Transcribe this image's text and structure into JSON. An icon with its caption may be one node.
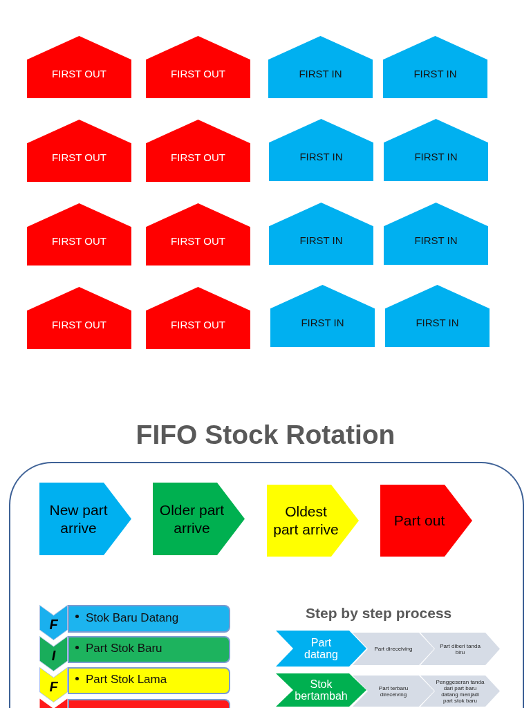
{
  "diagram": {
    "title": "FIFO Stock Rotation",
    "nodes": [
      {
        "text": [
          "FIRST OUT"
        ]
      },
      {
        "text": [
          "FIRST OUT"
        ]
      },
      {
        "text": [
          "FIRST IN"
        ]
      },
      {
        "text": [
          "FIRST IN"
        ]
      },
      {
        "text": [
          "FIRST OUT"
        ]
      },
      {
        "text": [
          "FIRST OUT"
        ]
      },
      {
        "text": [
          "FIRST IN"
        ]
      },
      {
        "text": [
          "FIRST IN"
        ]
      },
      {
        "text": [
          "FIRST OUT"
        ]
      },
      {
        "text": [
          "FIRST OUT"
        ]
      },
      {
        "text": [
          "FIRST IN"
        ]
      },
      {
        "text": [
          "FIRST IN"
        ]
      },
      {
        "text": [
          "FIRST OUT"
        ]
      },
      {
        "text": [
          "FIRST OUT"
        ]
      },
      {
        "text": [
          "FIRST IN"
        ]
      },
      {
        "text": [
          "FIRST IN"
        ]
      },
      {
        "text": [],
        "shape": "box"
      },
      {
        "text": [
          "New part arrive"
        ],
        "in": 16
      },
      {
        "text": [
          "Older part arrive"
        ],
        "in": 16
      },
      {
        "text": [
          "Oldest part arrive"
        ],
        "in": 16
      },
      {
        "text": [
          "Part out"
        ],
        "in": 16
      },
      {
        "text": [
          "F"
        ],
        "in": 16
      },
      {
        "text": [
          "Stok Baru Datang"
        ],
        "in": 16
      },
      {
        "text": [
          "I"
        ],
        "in": 16
      },
      {
        "text": [
          "Part Stok Baru"
        ],
        "in": 16
      },
      {
        "text": [
          "F"
        ],
        "in": 16
      },
      {
        "text": [
          "Part Stok Lama"
        ],
        "in": 16
      },
      {
        "text": [],
        "shape": "chevron",
        "in": 16
      },
      {
        "text": [],
        "shape": "bar",
        "in": 16
      },
      {
        "text": [
          "Part datang"
        ],
        "in": 16
      },
      {
        "text": [
          "Part direceiving"
        ],
        "in": 16
      },
      {
        "text": [
          "Part diberi tanda biru"
        ],
        "in": 16
      },
      {
        "text": [
          "Stok bertambah"
        ],
        "in": 16
      },
      {
        "text": [
          "Part terbaru direceiving"
        ],
        "in": 16
      },
      {
        "text": [
          "Penggeseran tanda dari part baru datang menjadi part stok baru"
        ],
        "in": 16
      }
    ],
    "labels": [
      "Step by step process"
    ]
  }
}
